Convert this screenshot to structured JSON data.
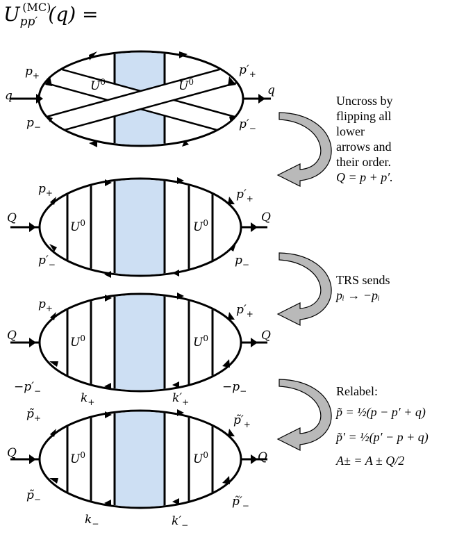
{
  "title": "U_{pp'}^{(MC)}(q) =",
  "diagram_fill": "#cddff3",
  "arrow_fill": "#b9b9b9",
  "diagrams": [
    {
      "id": "crossed",
      "left_label": "q",
      "right_label": "q",
      "top_left": "p+",
      "bottom_left": "p−",
      "top_right": "p′+",
      "bottom_right": "p′−",
      "interaction_labels": [
        "U0",
        "U0"
      ]
    },
    {
      "id": "uncrossed",
      "left_label": "Q",
      "right_label": "Q",
      "top_left": "p+",
      "bottom_left": "p′−",
      "top_right": "p′+",
      "bottom_right": "p−",
      "interaction_labels": [
        "U0",
        "U0"
      ]
    },
    {
      "id": "trs",
      "left_label": "Q",
      "right_label": "Q",
      "top_left": "p+",
      "bottom_left": "−p′−",
      "top_right": "p′+",
      "bottom_right": "−p−",
      "interaction_labels": [
        "U0",
        "U0"
      ]
    },
    {
      "id": "relabeled",
      "left_label": "Q",
      "right_label": "Q",
      "top_left": "p̃+",
      "bottom_left": "p̃−",
      "top_right": "p̃′+",
      "bottom_right": "p̃′−",
      "top_mid_left": "k+",
      "top_mid_right": "k′+",
      "bottom_mid_left": "k−",
      "bottom_mid_right": "k′−",
      "interaction_labels": [
        "U0",
        "U0"
      ]
    }
  ],
  "annotations": {
    "step1": [
      "Uncross by",
      "flipping all",
      "lower",
      "arrows and",
      "their order."
    ],
    "step1_formula": "Q = p + p′.",
    "step2": [
      "TRS sends"
    ],
    "step2_formula": "pᵢ → −pᵢ",
    "step3": [
      "Relabel:"
    ],
    "step3_formulas": [
      "p̃ = ½(p − p′ + q)",
      "p̃′ = ½(p′ − p + q)",
      "A± = A ± Q/2"
    ]
  }
}
